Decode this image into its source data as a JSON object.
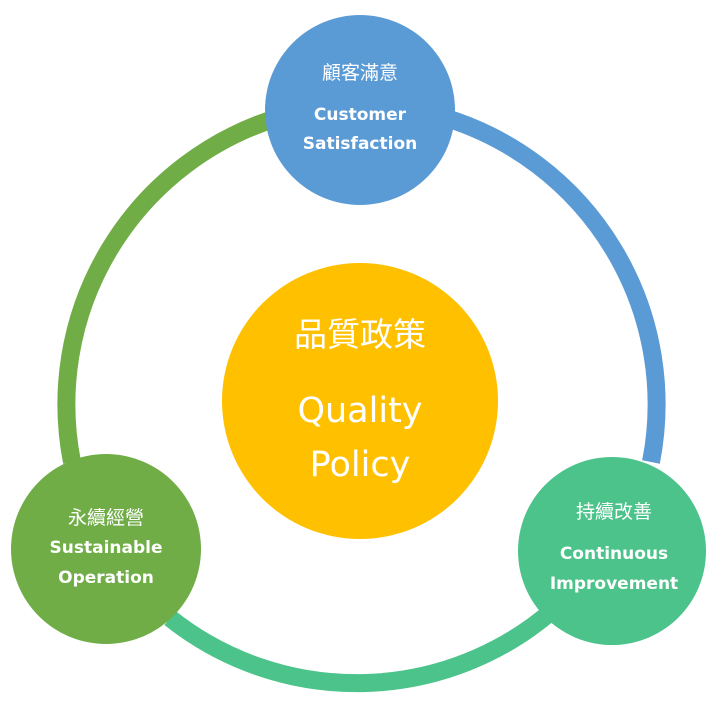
{
  "center": {
    "title_zh": "品質政策",
    "title_en_line1": "Quality",
    "title_en_line2": "Policy"
  },
  "nodes": [
    {
      "zh": "顧客滿意",
      "en_line1": "Customer",
      "en_line2": "Satisfaction"
    },
    {
      "zh": "持續改善",
      "en_line1": "Continuous",
      "en_line2": "Improvement"
    },
    {
      "zh": "永續經營",
      "en_line1": "Sustainable",
      "en_line2": "Operation"
    }
  ],
  "colors": {
    "center": "#FFC000",
    "top": "#5B9BD5",
    "right": "#4CC38A",
    "left": "#70AD47"
  }
}
